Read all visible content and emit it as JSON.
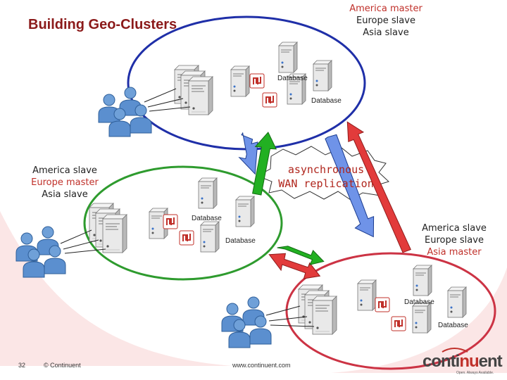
{
  "title": "Building Geo-Clusters",
  "clusters": {
    "america": {
      "roles": [
        "America master",
        "Europe slave",
        "Asia slave"
      ],
      "master_index": 0,
      "database_labels": [
        "Database",
        "Database"
      ],
      "ring_color": "#1f2fa8"
    },
    "europe": {
      "roles": [
        "America slave",
        "Europe master",
        "Asia slave"
      ],
      "master_index": 1,
      "database_labels": [
        "Database",
        "Database"
      ],
      "ring_color": "#2e9b2e"
    },
    "asia": {
      "roles": [
        "America slave",
        "Europe slave",
        "Asia master"
      ],
      "master_index": 2,
      "database_labels": [
        "Database",
        "Database"
      ],
      "ring_color": "#cc3344"
    }
  },
  "replication": {
    "label_line1": "asynchronous",
    "label_line2": "WAN replication"
  },
  "arrow_colors": {
    "blue": "#6f93e8",
    "green": "#22b022",
    "red": "#e23b3b"
  },
  "footer": {
    "slide_number": "32",
    "copyright": "© Continuent",
    "url": "www.continuent.com",
    "logo_prefix": "conti",
    "logo_highlight": "nu",
    "logo_suffix": "ent",
    "tagline": "Open. Always Available."
  }
}
